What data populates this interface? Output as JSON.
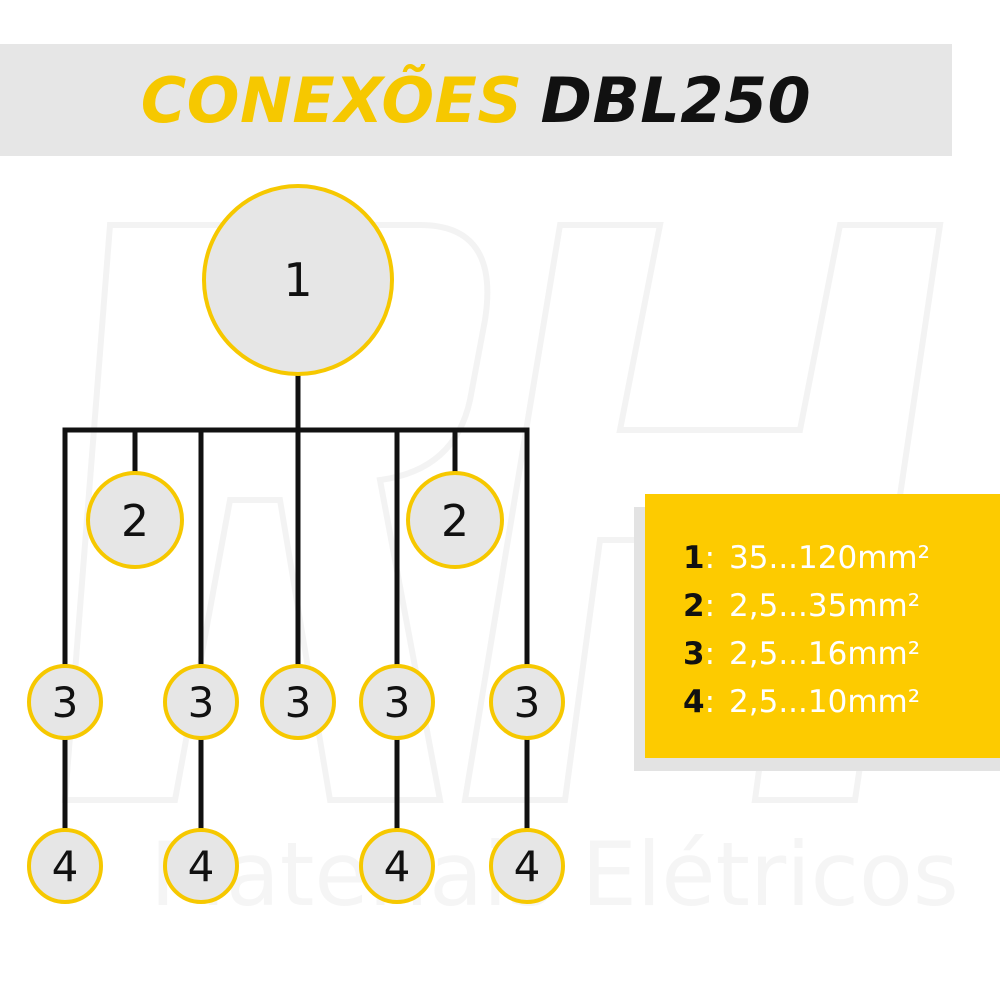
{
  "title": {
    "part1": "CONEXÕES",
    "part2": "DBL250"
  },
  "colors": {
    "accent": "#fdcb00",
    "node_fill": "#e6e6e6",
    "line": "#111111",
    "title_bar": "#e6e6e6"
  },
  "nodes": {
    "root": "1",
    "secondary": "2",
    "tertiary": "3",
    "quaternary": "4"
  },
  "legend": [
    {
      "key": "1",
      "value": "35...120mm²"
    },
    {
      "key": "2",
      "value": "2,5...35mm²"
    },
    {
      "key": "3",
      "value": "2,5...16mm²"
    },
    {
      "key": "4",
      "value": "2,5...10mm²"
    }
  ],
  "watermark": {
    "logo": "RH",
    "text": "Materiais Elétricos"
  }
}
